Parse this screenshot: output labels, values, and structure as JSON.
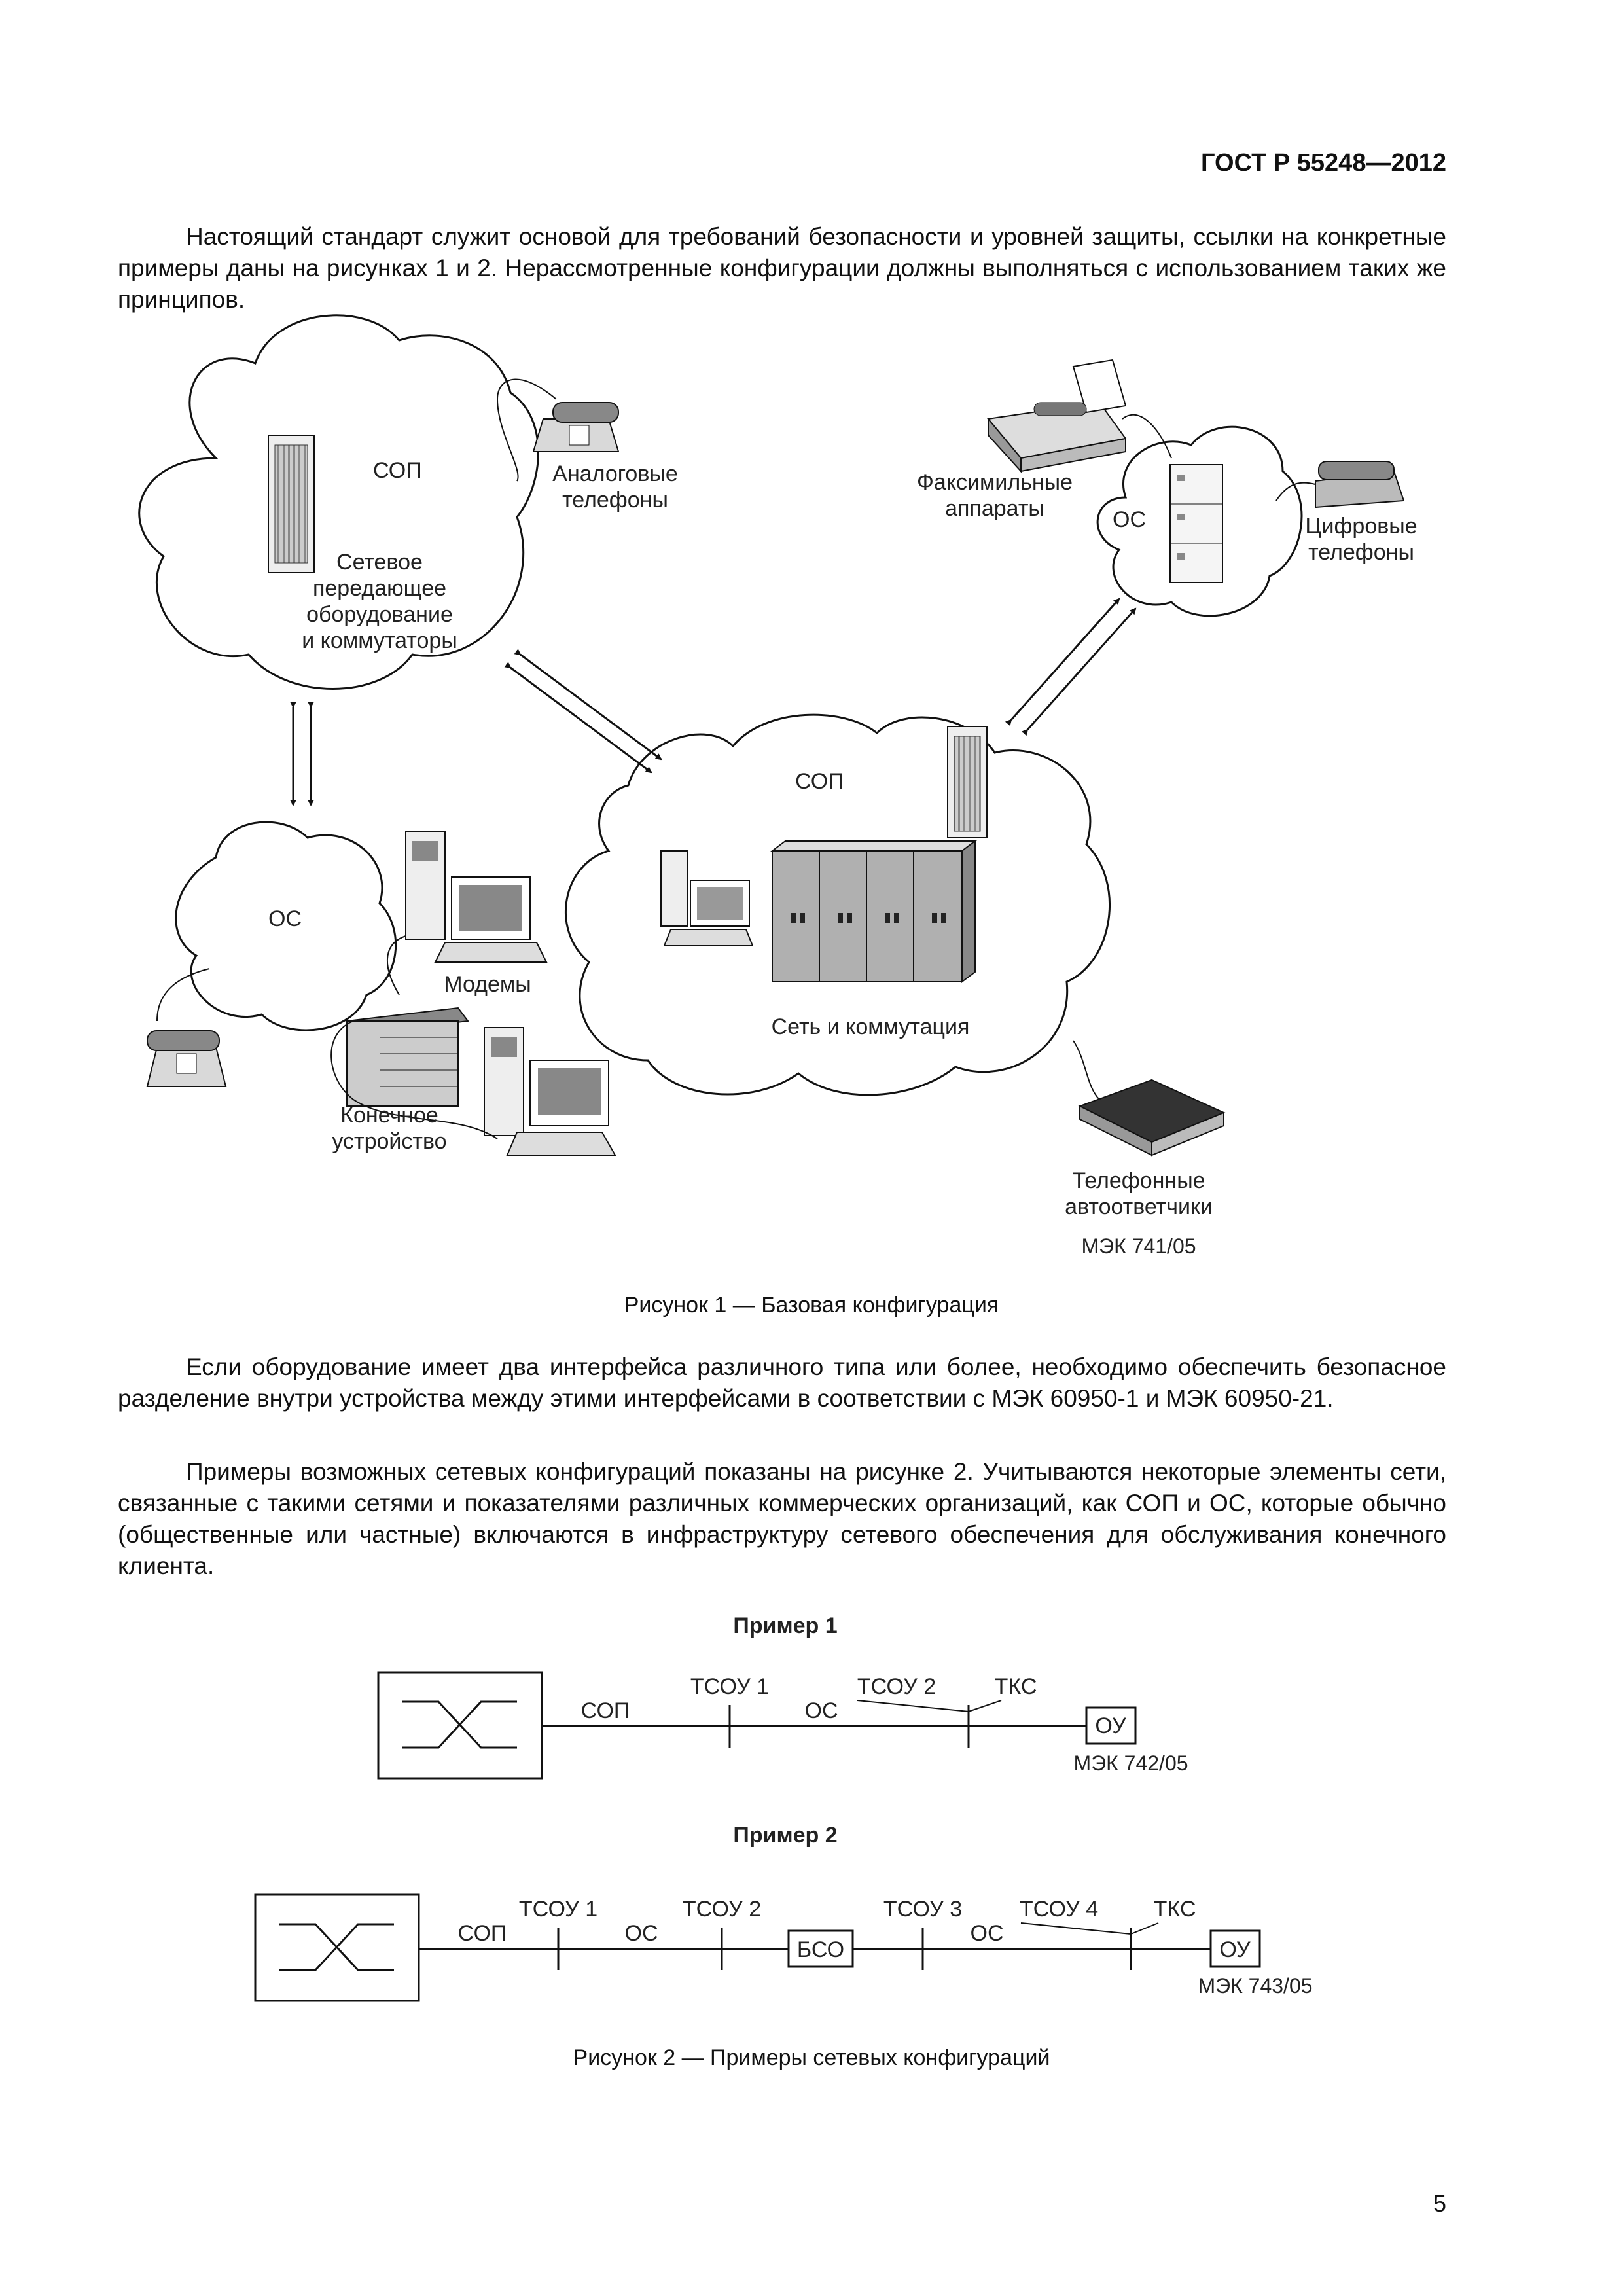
{
  "header": {
    "doc_code": "ГОСТ Р 55248—2012"
  },
  "paragraphs": {
    "p1": "Настоящий стандарт служит основой для требований безопасности и уровней защиты, ссылки на конкретные примеры даны на рисунках 1 и 2. Нерассмотренные конфигурации должны выполняться с использованием таких же принципов.",
    "p2": "Если оборудование имеет два интерфейса различного типа или более, необходимо обеспечить безопасное разделение внутри устройства между этими интерфейсами в соответствии с МЭК 60950-1 и МЭК 60950-21.",
    "p3": "Примеры возможных сетевых конфигураций показаны на рисунке 2. Учитываются некоторые элементы сети, связанные с такими сетями и показателями различных коммерческих организаций, как СОП и ОС, которые обычно (общественные или частные) включаются в инфраструктуру сетевого обеспечения для обслуживания конечного клиента."
  },
  "figure1": {
    "cloud_top_left": {
      "label": "СОП",
      "desc": [
        "Сетевое",
        "передающее",
        "оборудование",
        "и коммутаторы"
      ]
    },
    "analog_phones": [
      "Аналоговые",
      "телефоны"
    ],
    "fax": [
      "Факсимильные",
      "аппараты"
    ],
    "cloud_right": {
      "label": "ОС"
    },
    "digital_phones": [
      "Цифровые",
      "телефоны"
    ],
    "cloud_center": {
      "label": "СОП",
      "sublabel": "Сеть и коммутация"
    },
    "cloud_left": {
      "label": "ОС"
    },
    "modems": "Модемы",
    "terminal": [
      "Конечное",
      "устройство"
    ],
    "answering": [
      "Телефонные",
      "автоответчики"
    ],
    "ref": "МЭК 741/05",
    "caption": "Рисунок 1 — Базовая конфигурация"
  },
  "figure2": {
    "example1": {
      "title": "Пример 1",
      "labels": {
        "sop": "СОП",
        "tsou1": "ТСОУ 1",
        "os": "ОС",
        "tsou2": "ТСОУ 2",
        "tks": "ТКС",
        "ou": "ОУ"
      },
      "ref": "МЭК 742/05"
    },
    "example2": {
      "title": "Пример 2",
      "labels": {
        "sop": "СОП",
        "tsou1": "ТСОУ 1",
        "os1": "ОС",
        "tsou2": "ТСОУ 2",
        "bso": "БСО",
        "tsou3": "ТСОУ 3",
        "os2": "ОС",
        "tsou4": "ТСОУ 4",
        "tks": "ТКС",
        "ou": "ОУ"
      },
      "ref": "МЭК 743/05"
    },
    "caption": "Рисунок 2 — Примеры сетевых конфигураций"
  },
  "page_number": "5"
}
